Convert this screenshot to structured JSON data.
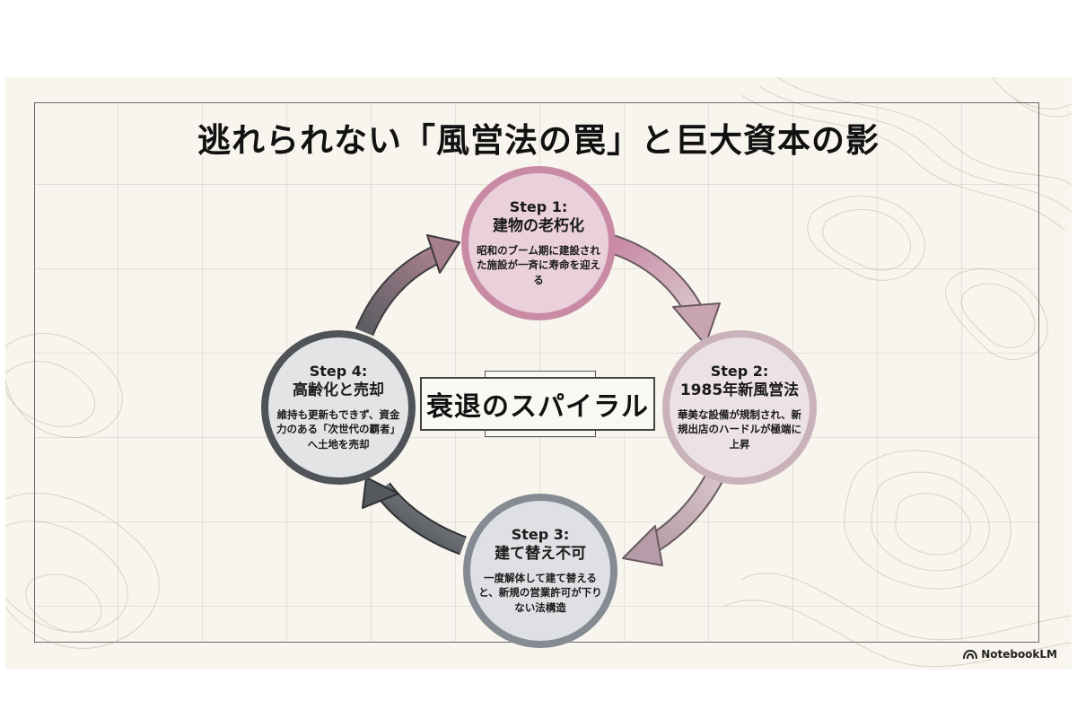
{
  "title": "逃れられない「風営法の罠」と巨大資本の影",
  "center_label": "衰退のスパイラル",
  "steps": [
    {
      "step": "Step 1:",
      "name": "建物の老朽化",
      "desc": "昭和のブーム期に建設された施設が一斉に寿命を迎える",
      "color": "#c98aa4"
    },
    {
      "step": "Step 2:",
      "name": "1985年新風営法",
      "desc": "華美な設備が規制され、新規出店のハードルが極端に上昇",
      "color": "#c9b2ba"
    },
    {
      "step": "Step 3:",
      "name": "建て替え不可",
      "desc": "一度解体して建て替えると、新規の営業許可が下りない法構造",
      "color": "#858b93"
    },
    {
      "step": "Step 4:",
      "name": "高齢化と売却",
      "desc": "維持も更新もできず、資金力のある「次世代の覇者」へ土地を売却",
      "color": "#505357"
    }
  ],
  "watermark": {
    "icon": "notebooklm-logo-icon",
    "label": "NotebookLM"
  }
}
